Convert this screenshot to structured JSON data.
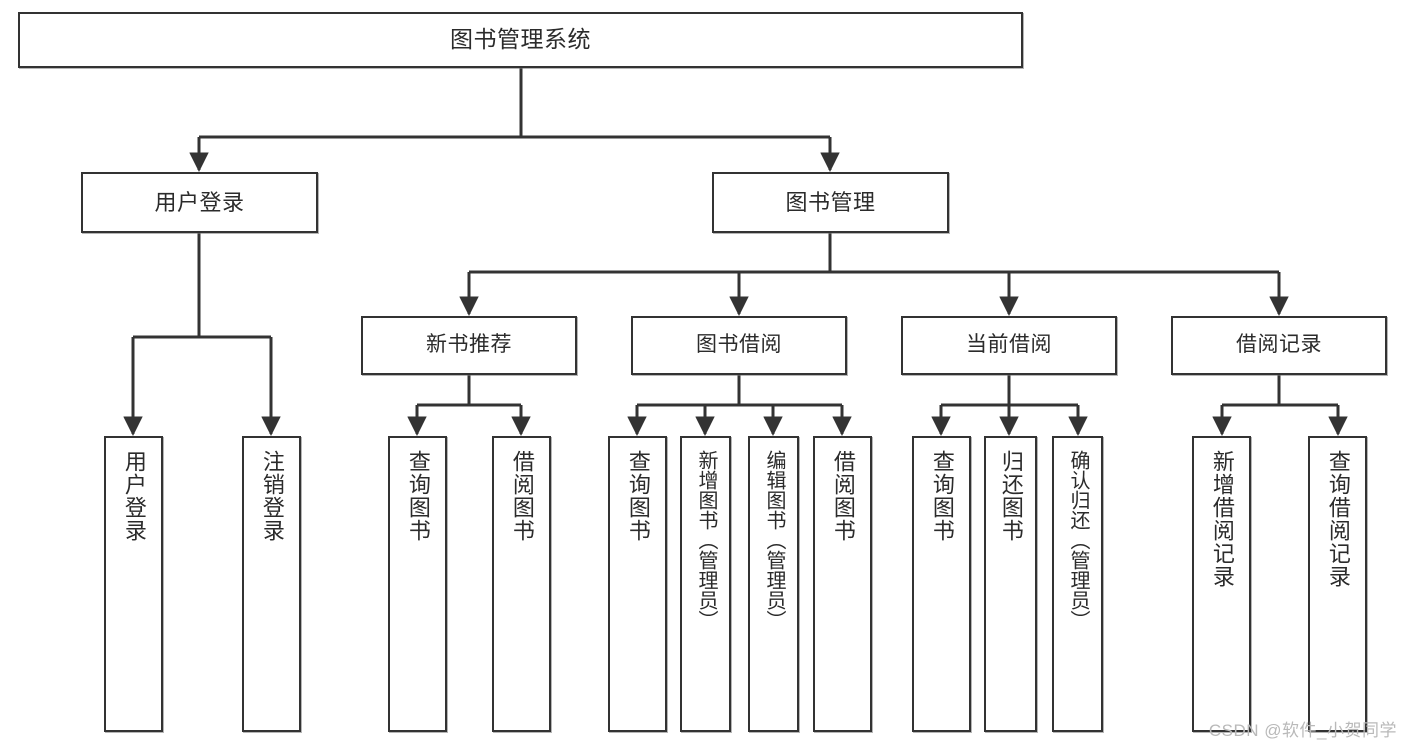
{
  "diagram": {
    "title": "图书管理系统",
    "type": "tree",
    "watermark": "CSDN @软件_小贺同学",
    "colors": {
      "background": "#ffffff",
      "box_fill": "#ffffff",
      "box_border": "#333333",
      "connector": "#333333",
      "text": "#2b2b2b",
      "watermark": "#b9b9b9"
    },
    "root": {
      "label": "图书管理系统"
    },
    "level1": [
      {
        "label": "用户登录"
      },
      {
        "label": "图书管理"
      }
    ],
    "level2": [
      {
        "label": "新书推荐"
      },
      {
        "label": "图书借阅"
      },
      {
        "label": "当前借阅"
      },
      {
        "label": "借阅记录"
      }
    ],
    "leaves": {
      "user_login": [
        {
          "label": "用户登录"
        },
        {
          "label": "注销登录"
        }
      ],
      "new_book_recommend": [
        {
          "label": "查询图书"
        },
        {
          "label": "借阅图书"
        }
      ],
      "book_borrow": [
        {
          "label": "查询图书"
        },
        {
          "label": "新增图书（管理员）"
        },
        {
          "label": "编辑图书（管理员）"
        },
        {
          "label": "借阅图书"
        }
      ],
      "current_borrow": [
        {
          "label": "查询图书"
        },
        {
          "label": "归还图书"
        },
        {
          "label": "确认归还（管理员）"
        }
      ],
      "borrow_record": [
        {
          "label": "新增借阅记录"
        },
        {
          "label": "查询借阅记录"
        }
      ]
    }
  }
}
